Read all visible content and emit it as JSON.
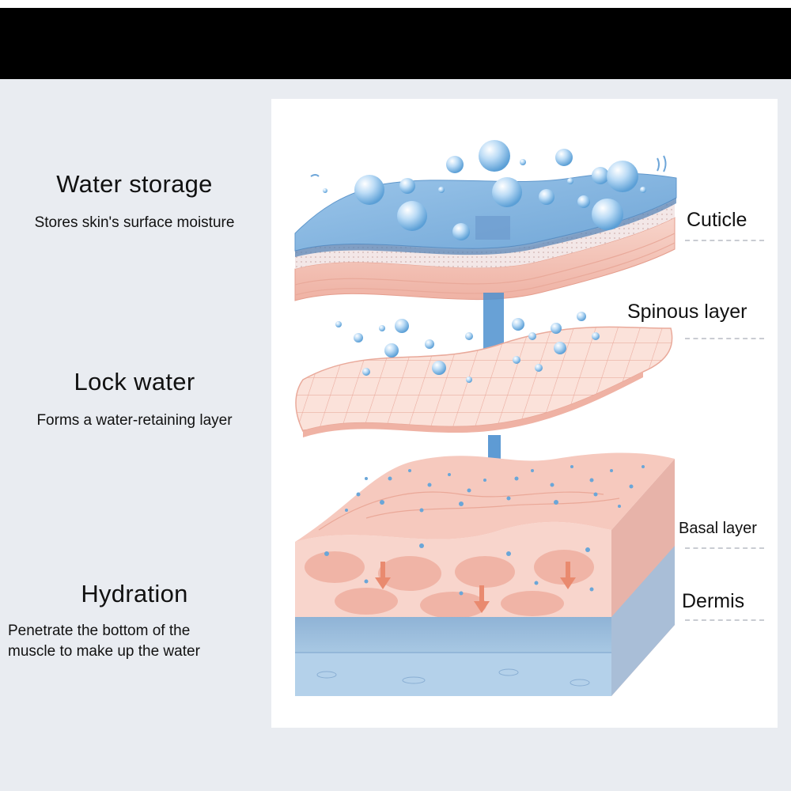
{
  "left": [
    {
      "title": "Water storage",
      "desc": "Stores skin's surface moisture"
    },
    {
      "title": "Lock water",
      "desc": "Forms a water-retaining layer"
    },
    {
      "title": "Hydration",
      "desc_lines": [
        "Penetrate the bottom of the",
        "muscle to make up the water"
      ]
    }
  ],
  "labels": {
    "cuticle": "Cuticle",
    "spinous": "Spinous layer",
    "basal": "Basal layer",
    "dermis": "Dermis"
  },
  "colors": {
    "background": "#e9ecf1",
    "water_blue": "#7fb2e0",
    "skin_pink": "#f6c9be",
    "dermis_blue": "#8fb6d8",
    "arrow_blue": "#4d90cf",
    "arrow_orange": "#e98a6f"
  }
}
